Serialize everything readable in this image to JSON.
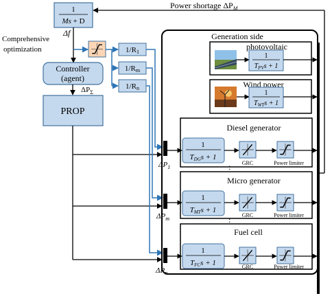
{
  "colors": {
    "block_fill": "#c5d9ee",
    "block_stroke": "#41719c",
    "nonlinear_fill": "#fbd5b5",
    "signal_blue": "#2e75b6",
    "line": "#000000",
    "panel_fill": "#ffffff"
  },
  "plant": {
    "num": "1",
    "den_a": "Ms",
    "den_b": " + D"
  },
  "power_shortage": {
    "text": "Power shortage ΔP",
    "sub": "M"
  },
  "delta_f": {
    "text": "Δf"
  },
  "comprehensive": {
    "line1": "Comprehensive",
    "line2": "optimization"
  },
  "controller": {
    "line1": "Controller",
    "line2": "(agent)"
  },
  "delta_p_sigma": {
    "text": "ΔP",
    "sub": "Σ"
  },
  "prop": {
    "label": "PROP"
  },
  "droops": [
    {
      "pre": "1/R",
      "sub": "1"
    },
    {
      "pre": "1/R",
      "sub": "m"
    },
    {
      "pre": "1/R",
      "sub": "n"
    }
  ],
  "generation_side": {
    "title": "Generation side"
  },
  "renewables": [
    {
      "title": "photovoltaic",
      "num": "1",
      "tc": "T",
      "tc_sub": "PV",
      "den_tail": "s + 1"
    },
    {
      "title": "Wind power",
      "num": "1",
      "tc": "T",
      "tc_sub": "WT",
      "den_tail": "s + 1"
    }
  ],
  "generators": [
    {
      "title": "Diesel generator",
      "num": "1",
      "tc": "T",
      "tc_sub": "DG",
      "den_tail": "s + 1",
      "grc": "GRC",
      "limiter": "Power limiter",
      "delta": "ΔP",
      "delta_sub": "1"
    },
    {
      "title": "Micro generator",
      "num": "1",
      "tc": "T",
      "tc_sub": "MT",
      "den_tail": "s + 1",
      "grc": "GRC",
      "limiter": "Power limiter",
      "delta": "ΔP",
      "delta_sub": "m"
    },
    {
      "title": "Fuel cell",
      "num": "1",
      "tc": "T",
      "tc_sub": "FC",
      "den_tail": "s + 1",
      "grc": "GRC",
      "limiter": "Power limiter",
      "delta": "ΔP",
      "delta_sub": "n"
    }
  ],
  "ellipsis": [
    ":",
    ":"
  ]
}
